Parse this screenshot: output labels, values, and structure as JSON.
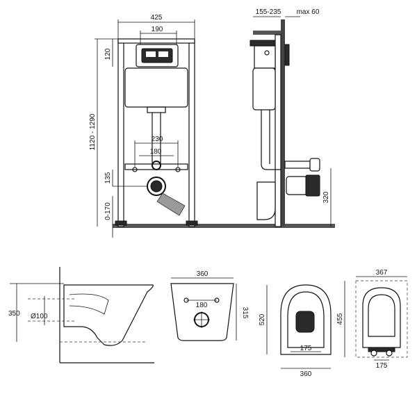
{
  "front_view": {
    "frame_width": "425",
    "plate_width": "190",
    "plate_height": "120",
    "total_height": "1120 - 1290",
    "anchor_spacing": "230",
    "connection_spacing": "180",
    "drain_height": "135",
    "foot_height": "0-170"
  },
  "side_view": {
    "depth": "155-235",
    "wall_gap": "max 60",
    "drain_height": "320"
  },
  "bowl_side": {
    "height": "350",
    "pipe_diameter": "Ø100"
  },
  "bowl_back": {
    "width": "360",
    "bolt_spacing": "180",
    "height": "315"
  },
  "bowl_top": {
    "length": "520",
    "width": "360",
    "inner_width": "175"
  },
  "seat_top": {
    "width": "367",
    "length": "455",
    "hinge_spacing": "175"
  },
  "colors": {
    "line": "#111111",
    "fill_dark": "#2a2a2a",
    "fill_grey": "#9a9a9a"
  }
}
